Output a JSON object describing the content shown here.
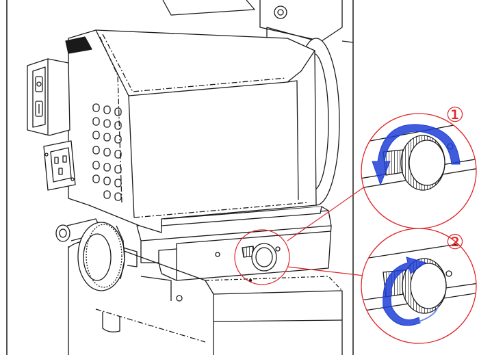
{
  "callouts": [
    {
      "label": "①",
      "action": "loosen",
      "arrow_color": "#1f3fd6"
    },
    {
      "label": "②",
      "action": "tighten",
      "arrow_color": "#1f3fd6"
    }
  ],
  "colors": {
    "line": "#1a1a1a",
    "leader": "#e0262a",
    "arrow": "#1f3fd6",
    "arrow_light": "#6d86ee",
    "background": "#ffffff"
  }
}
